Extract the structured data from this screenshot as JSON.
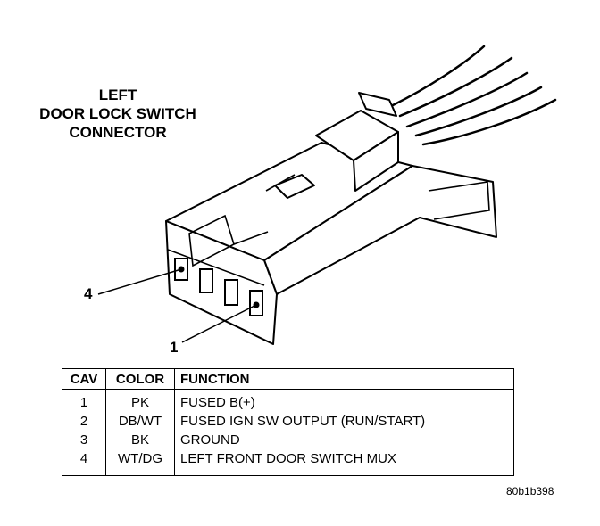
{
  "title": {
    "line1": "LEFT",
    "line2": "DOOR LOCK SWITCH",
    "line3": "CONNECTOR"
  },
  "callouts": {
    "pin4": "4",
    "pin1": "1"
  },
  "table": {
    "headers": [
      "CAV",
      "COLOR",
      "FUNCTION"
    ],
    "rows": [
      {
        "cav": "1",
        "color": "PK",
        "function": "FUSED B(+)"
      },
      {
        "cav": "2",
        "color": "DB/WT",
        "function": "FUSED IGN SW OUTPUT (RUN/START)"
      },
      {
        "cav": "3",
        "color": "BK",
        "function": "GROUND"
      },
      {
        "cav": "4",
        "color": "WT/DG",
        "function": "LEFT FRONT DOOR SWITCH MUX"
      }
    ]
  },
  "reference_code": "80b1b398"
}
